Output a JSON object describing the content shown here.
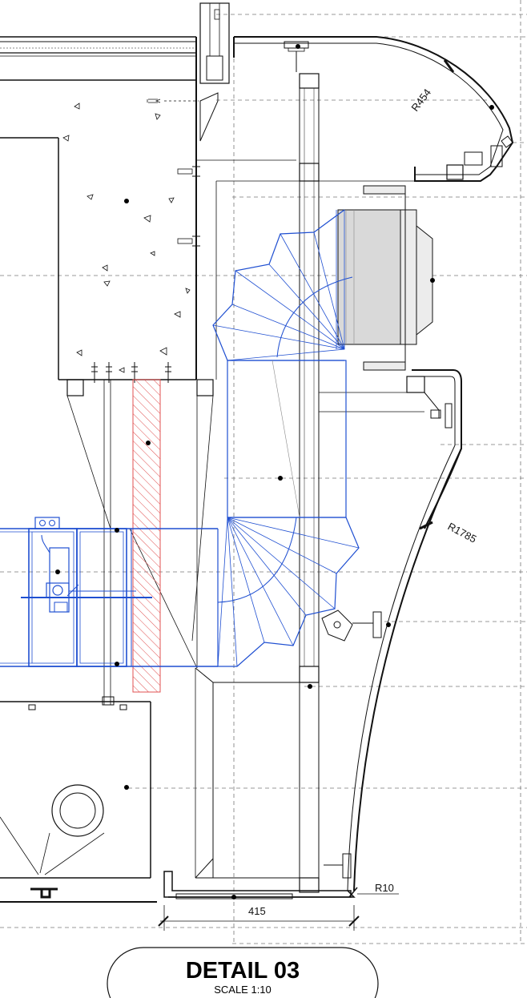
{
  "title_block": {
    "title": "DETAIL 03",
    "scale": "SCALE 1:10"
  },
  "dimensions": {
    "radius_top": "R454",
    "radius_facade": "R1785",
    "radius_corner": "R10",
    "width_bottom": "415"
  },
  "colors": {
    "line": "#111111",
    "thin_line": "#555555",
    "duct": "#1f4fd1",
    "hatch": "#e05050",
    "panel_fill": "#d9d9d9"
  }
}
